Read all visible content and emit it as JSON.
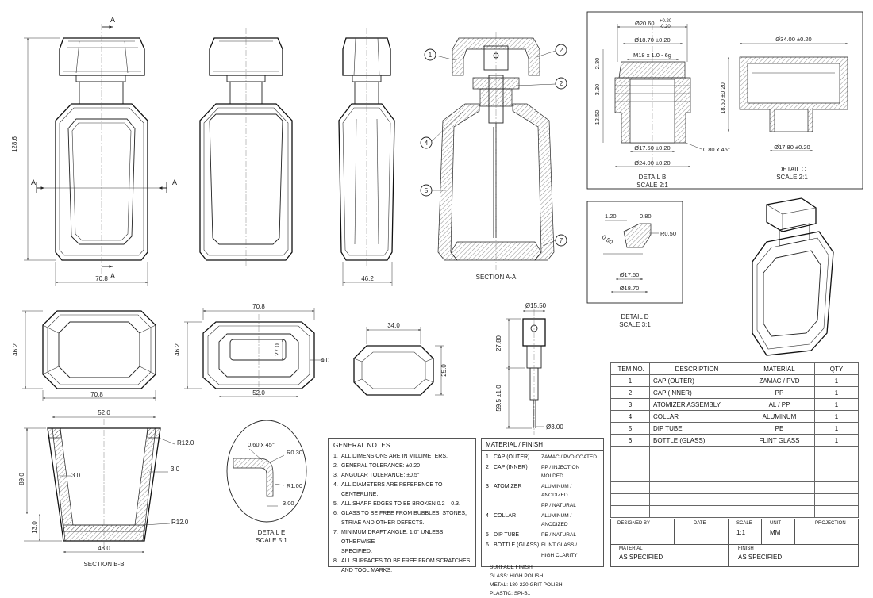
{
  "views": {
    "section_aa_title": "SECTION A-A",
    "section_bb_title": "SECTION B-B",
    "cut_marker": "A",
    "detail_b_title": "DETAIL B",
    "detail_b_scale": "SCALE 2:1",
    "detail_c_title": "DETAIL C",
    "detail_c_scale": "SCALE 2:1",
    "detail_d_title": "DETAIL D",
    "detail_d_scale": "SCALE 3:1",
    "detail_e_title": "DETAIL E",
    "detail_e_scale": "SCALE 5:1"
  },
  "dimensions": {
    "front_height": "128.6",
    "front_width": "70.8",
    "side_width": "46.2",
    "top_width": "70.8",
    "top_depth": "46.2",
    "bottom_width": "70.8",
    "bottom_depth": "46.2",
    "bottom_inner_width": "52.0",
    "bottom_inner_height": "27.0",
    "bottom_wall": "4.0",
    "cap_width": "34.0",
    "cap_height": "25.0",
    "atomizer_dia": "Ø15.50",
    "atomizer_h1": "27.80",
    "atomizer_h2": "59.5 ±1.0",
    "tube_dia": "Ø3.00",
    "bb_top": "52.0",
    "bb_height": "89.0",
    "bb_r_top": "R12.0",
    "bb_wall_l": "3.0",
    "bb_wall_r": "3.0",
    "bb_base": "13.0",
    "bb_r_bot": "R12.0",
    "bb_bottom": "48.0",
    "e_chamfer": "0.60 x 45°",
    "e_r1": "R0.30",
    "e_r2": "R1.00",
    "e_len": "3.00",
    "b_d1": "Ø20.60",
    "b_d1_tol_plus": "+0.20",
    "b_d1_tol_minus": "-0.20",
    "b_d2": "Ø18.70 ±0.20",
    "b_thread": "M18 x 1.0 - 6g",
    "b_h1": "2.30",
    "b_h2": "3.30",
    "b_h3": "12.50",
    "b_d3": "Ø17.50 ±0.20",
    "b_d4": "Ø24.00 ±0.20",
    "b_chamfer": "0.80 x 45°",
    "c_d1": "Ø34.00 ±0.20",
    "c_h": "18.50 ±0.20",
    "c_d2": "Ø17.80 ±0.20",
    "d_w1": "1.20",
    "d_w2": "0.80",
    "d_ang": "0.80",
    "d_r": "R0.50",
    "d_d1": "Ø17.50",
    "d_d2": "Ø18.70"
  },
  "balloons": [
    "1",
    "2",
    "2",
    "4",
    "5",
    "7"
  ],
  "general_notes": {
    "title": "GENERAL NOTES",
    "items": [
      {
        "n": "1.",
        "text": "ALL DIMENSIONS ARE IN MILLIMETERS."
      },
      {
        "n": "2.",
        "text": "GENERAL TOLERANCE: ±0.20"
      },
      {
        "n": "3.",
        "text": "ANGULAR TOLERANCE: ±0.5°"
      },
      {
        "n": "4.",
        "text": "ALL DIAMETERS ARE REFERENCE TO CENTERLINE."
      },
      {
        "n": "5.",
        "text": "ALL SHARP EDGES TO BE BROKEN 0.2 – 0.3."
      },
      {
        "n": "6.",
        "text": "GLASS TO BE FREE FROM BUBBLES, STONES,"
      },
      {
        "n": "",
        "text": "STRIAE AND OTHER DEFECTS."
      },
      {
        "n": "7.",
        "text": "MINIMUM DRAFT ANGLE: 1.0° UNLESS OTHERWISE"
      },
      {
        "n": "",
        "text": "SPECIFIED."
      },
      {
        "n": "8.",
        "text": "ALL SURFACES TO BE FREE FROM SCRATCHES"
      },
      {
        "n": "",
        "text": "AND TOOL MARKS."
      }
    ]
  },
  "material_finish": {
    "title": "MATERIAL / FINISH",
    "rows": [
      {
        "n": "1",
        "part": "CAP (OUTER)",
        "spec": "ZAMAC / PVD COATED"
      },
      {
        "n": "2",
        "part": "CAP (INNER)",
        "spec": "PP / INJECTION MOLDED"
      },
      {
        "n": "3",
        "part": "ATOMIZER",
        "spec": "ALUMINUM / ANODIZED"
      },
      {
        "n": "",
        "part": "",
        "spec": "PP / NATURAL"
      },
      {
        "n": "4",
        "part": "COLLAR",
        "spec": "ALUMINUM / ANODIZED"
      },
      {
        "n": "5",
        "part": "DIP TUBE",
        "spec": "PE / NATURAL"
      },
      {
        "n": "6",
        "part": "BOTTLE (GLASS)",
        "spec": "FLINT GLASS /"
      },
      {
        "n": "",
        "part": "",
        "spec": "HIGH CLARITY"
      }
    ],
    "surface_title": "SURFACE FINISH:",
    "surface": [
      "GLASS: HIGH POLISH",
      "METAL: 180-220 GRIT POLISH",
      "PLASTIC: SPI-B1"
    ]
  },
  "bom": {
    "headers": [
      "ITEM NO.",
      "DESCRIPTION",
      "MATERIAL",
      "QTY"
    ],
    "rows": [
      [
        "1",
        "CAP (OUTER)",
        "ZAMAC / PVD",
        "1"
      ],
      [
        "2",
        "CAP (INNER)",
        "PP",
        "1"
      ],
      [
        "3",
        "ATOMIZER ASSEMBLY",
        "AL / PP",
        "1"
      ],
      [
        "4",
        "COLLAR",
        "ALUMINUM",
        "1"
      ],
      [
        "5",
        "DIP TUBE",
        "PE",
        "1"
      ],
      [
        "6",
        "BOTTLE (GLASS)",
        "FLINT GLASS",
        "1"
      ]
    ],
    "empty_rows": 6
  },
  "title_block": {
    "designed_by_label": "DESIGNED BY",
    "date_label": "DATE",
    "scale_label": "SCALE",
    "scale_value": "1:1",
    "unit_label": "UNIT",
    "unit_value": "MM",
    "projection_label": "PROJECTION",
    "material_label": "MATERIAL",
    "material_value": "AS SPECIFIED",
    "finish_label": "FINISH",
    "finish_value": "AS SPECIFIED"
  }
}
